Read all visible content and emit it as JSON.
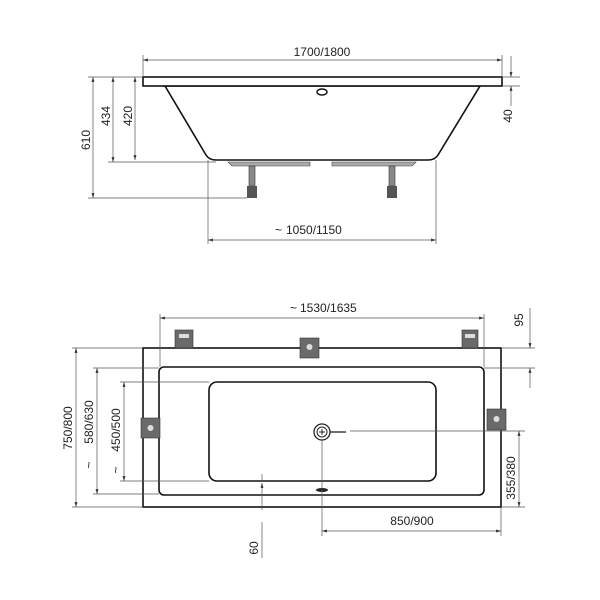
{
  "side_view": {
    "length": "1700/1800",
    "height_total": "610",
    "height_rim": "434",
    "height_inner": "420",
    "rim_thickness": "40",
    "bottom_length": "1050/1150",
    "approx_symbol": "~"
  },
  "top_view": {
    "leg_span": "1530/1635",
    "bracket_offset": "95",
    "width": "750/800",
    "inner_width": "580/630",
    "basin_width": "450/500",
    "drain_from_edge": "355/380",
    "drain_from_end": "850/900",
    "overflow_offset": "60",
    "approx_symbol": "~"
  }
}
